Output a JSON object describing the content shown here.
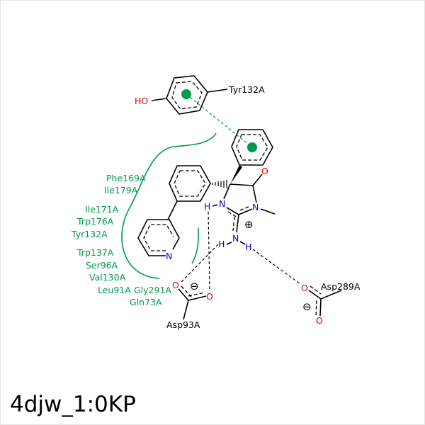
{
  "title": "4djw_1:0KP",
  "colors": {
    "hydrophobic": "#00994c",
    "oxygen": "#e00000",
    "nitrogen": "#0000e6"
  },
  "residues": {
    "tyr132_pi": "Tyr132A",
    "asp93": "Asp93A",
    "asp289": "Asp289A",
    "hydrophobic": [
      "Phe169A",
      "Ile179A",
      "Ile171A",
      "Trp176A",
      "Tyr132A",
      "Trp137A",
      "Ser96A",
      "Val130A",
      "Leu91A",
      "Gly291A",
      "Gln73A"
    ]
  },
  "atoms": {
    "ho": "HO",
    "o": "O",
    "n": "N",
    "h": "H",
    "plus": "⊕",
    "minus": "⊖"
  }
}
